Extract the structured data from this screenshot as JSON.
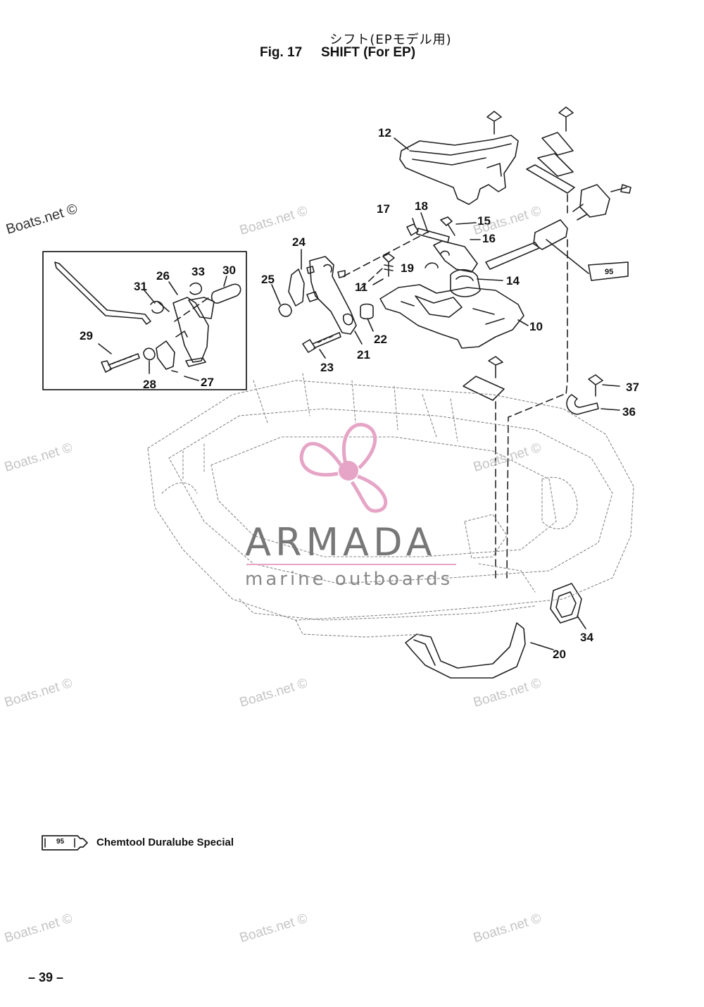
{
  "header": {
    "title_jp": "シフト(EPモデル用)",
    "fig_label": "Fig. 17",
    "title_en": "SHIFT (For EP)"
  },
  "callouts": [
    "12",
    "17",
    "18",
    "15",
    "16",
    "24",
    "25",
    "11",
    "19",
    "14",
    "10",
    "31",
    "26",
    "33",
    "30",
    "29",
    "28",
    "27",
    "23",
    "21",
    "22",
    "37",
    "36",
    "34",
    "20"
  ],
  "legend": {
    "tube_number": "95",
    "text": "Chemtool Duralube Special"
  },
  "tube_label": "95",
  "watermarks": [
    "Boats.net ©",
    "Boats.net ©",
    "Boats.net ©",
    "Boats.net ©",
    "Boats.net ©",
    "Boats.net ©",
    "Boats.net ©",
    "Boats.net ©",
    "Boats.net ©",
    "Boats.net ©",
    "Boats.net ©"
  ],
  "logo": {
    "name": "ARMADA",
    "subtitle": "marine outboards",
    "accent_color": "#e6a5c6"
  },
  "page_number": "– 39 –"
}
